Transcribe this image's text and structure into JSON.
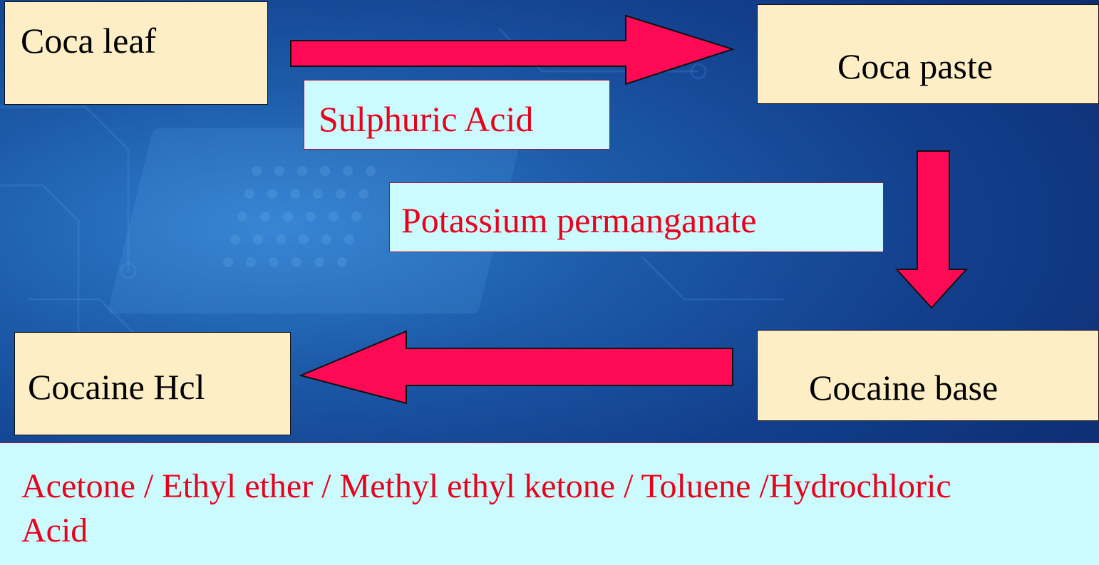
{
  "nodes": {
    "coca_leaf": "Coca leaf",
    "coca_paste": "Coca paste",
    "cocaine_base": "Cocaine base",
    "cocaine_hcl": "Cocaine Hcl"
  },
  "reagents": {
    "sulphuric": "Sulphuric Acid",
    "permanganate": "Potassium permanganate",
    "solvents_line1": "Acetone / Ethyl ether / Methyl ethyl ketone / Toluene /Hydrochloric",
    "solvents_line2": "Acid"
  },
  "colors": {
    "node_fill": "#fdeec6",
    "reagent_fill": "#ccfbff",
    "reagent_text": "#e8001c",
    "arrow_fill": "#ff0a55",
    "background": "#123f8c"
  },
  "arrows": [
    {
      "from": "coca_leaf",
      "to": "coca_paste",
      "icon": "arrow-right-icon"
    },
    {
      "from": "coca_paste",
      "to": "cocaine_base",
      "icon": "arrow-down-icon"
    },
    {
      "from": "cocaine_base",
      "to": "cocaine_hcl",
      "icon": "arrow-left-icon"
    }
  ]
}
